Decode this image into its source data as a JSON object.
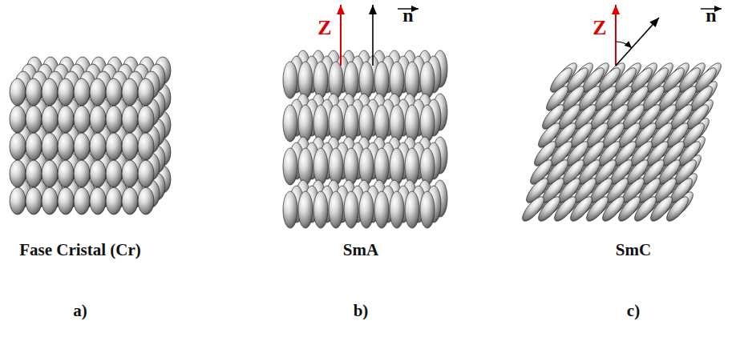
{
  "diagram": {
    "labels": [
      "Z",
      "n",
      "Z",
      "n",
      "Fase Cristal (Cr)",
      "SmA",
      "SmC",
      "a)",
      "b)",
      "c)"
    ]
  }
}
